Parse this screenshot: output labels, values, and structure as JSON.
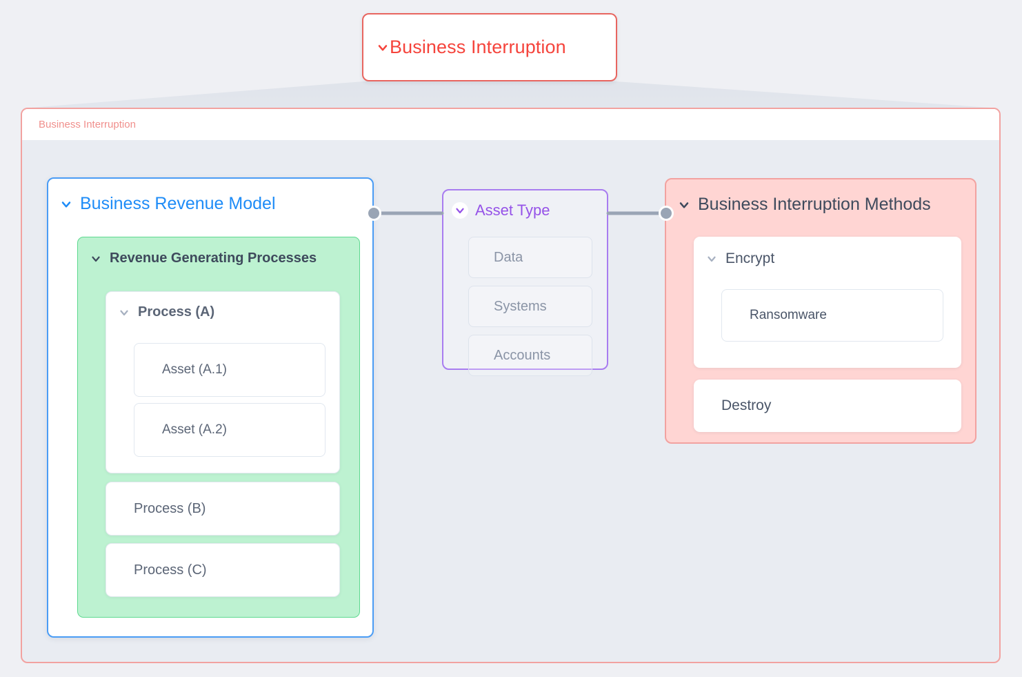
{
  "root": {
    "label": "Business Interruption",
    "chevron_icon": "chevron-down-icon",
    "accent": "#f5443c"
  },
  "container": {
    "header_label": "Business Interruption",
    "border_color": "#f2a2a0",
    "background": "#e9ecf2"
  },
  "nodes": {
    "business_revenue_model": {
      "label": "Business Revenue Model",
      "chevron_icon": "chevron-down-icon",
      "accent": "#1e8cf7",
      "children": {
        "revenue_generating_processes": {
          "label": "Revenue Generating Processes",
          "chevron_icon": "chevron-down-icon",
          "accent": "#5dd98f",
          "children": {
            "process_a": {
              "label": "Process (A)",
              "chevron_icon": "chevron-down-icon",
              "assets": [
                {
                  "label": "Asset (A.1)"
                },
                {
                  "label": "Asset (A.2)"
                }
              ]
            },
            "process_b": {
              "label": "Process (B)"
            },
            "process_c": {
              "label": "Process (C)"
            }
          }
        }
      }
    },
    "asset_type": {
      "label": "Asset Type",
      "chevron_icon": "chevron-down-icon",
      "accent": "#9552e8",
      "items": [
        {
          "label": "Data"
        },
        {
          "label": "Systems"
        },
        {
          "label": "Accounts"
        }
      ]
    },
    "business_interruption_methods": {
      "label": "Business Interruption Methods",
      "chevron_icon": "chevron-down-icon",
      "accent": "#f2a2a0",
      "children": {
        "encrypt": {
          "label": "Encrypt",
          "chevron_icon": "chevron-down-icon",
          "items": [
            {
              "label": "Ransomware"
            }
          ]
        },
        "destroy": {
          "label": "Destroy"
        }
      }
    }
  },
  "edges": [
    {
      "name": "brm-to-asset-type",
      "handle": "left",
      "color": "#9aa5b5"
    },
    {
      "name": "asset-type-to-bim",
      "handle": "right",
      "color": "#9aa5b5"
    }
  ]
}
